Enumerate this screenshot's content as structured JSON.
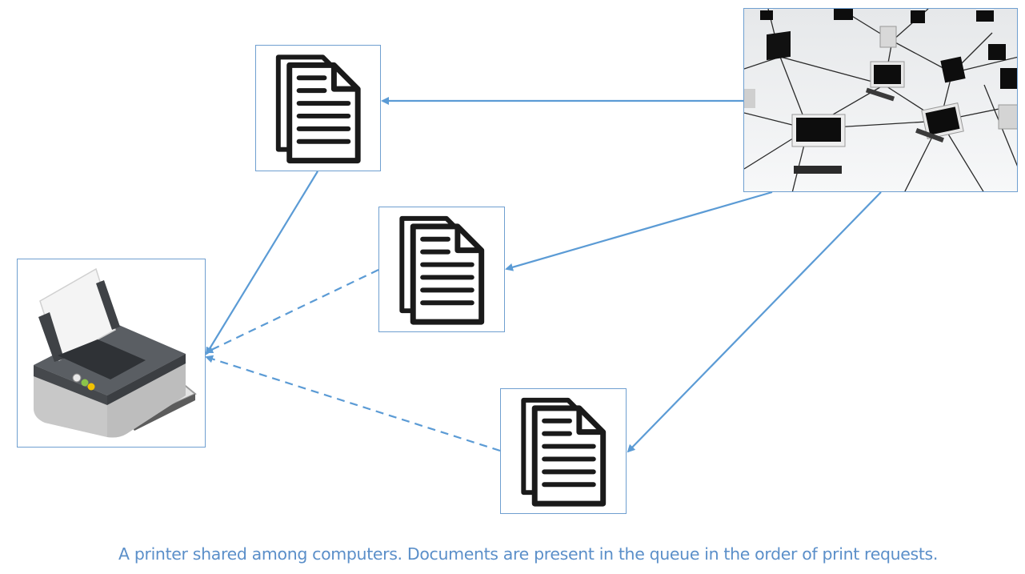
{
  "diagram": {
    "caption": "A printer shared among computers. Documents are present in the queue in the order of print requests.",
    "nodes": [
      {
        "id": "network",
        "kind": "computer-network-photo"
      },
      {
        "id": "doc1",
        "kind": "document-icon"
      },
      {
        "id": "doc2",
        "kind": "document-icon"
      },
      {
        "id": "doc3",
        "kind": "document-icon"
      },
      {
        "id": "printer",
        "kind": "printer-icon"
      }
    ],
    "edges": [
      {
        "from": "network",
        "to": "doc1",
        "style": "solid"
      },
      {
        "from": "network",
        "to": "doc2",
        "style": "solid"
      },
      {
        "from": "network",
        "to": "doc3",
        "style": "solid"
      },
      {
        "from": "doc1",
        "to": "printer",
        "style": "solid"
      },
      {
        "from": "doc2",
        "to": "printer",
        "style": "dashed"
      },
      {
        "from": "doc3",
        "to": "printer",
        "style": "dashed"
      }
    ],
    "colors": {
      "arrow": "#5b9bd5",
      "border": "#6f9fd0",
      "caption": "#5b8fc9",
      "icon": "#1a1a1a"
    }
  }
}
